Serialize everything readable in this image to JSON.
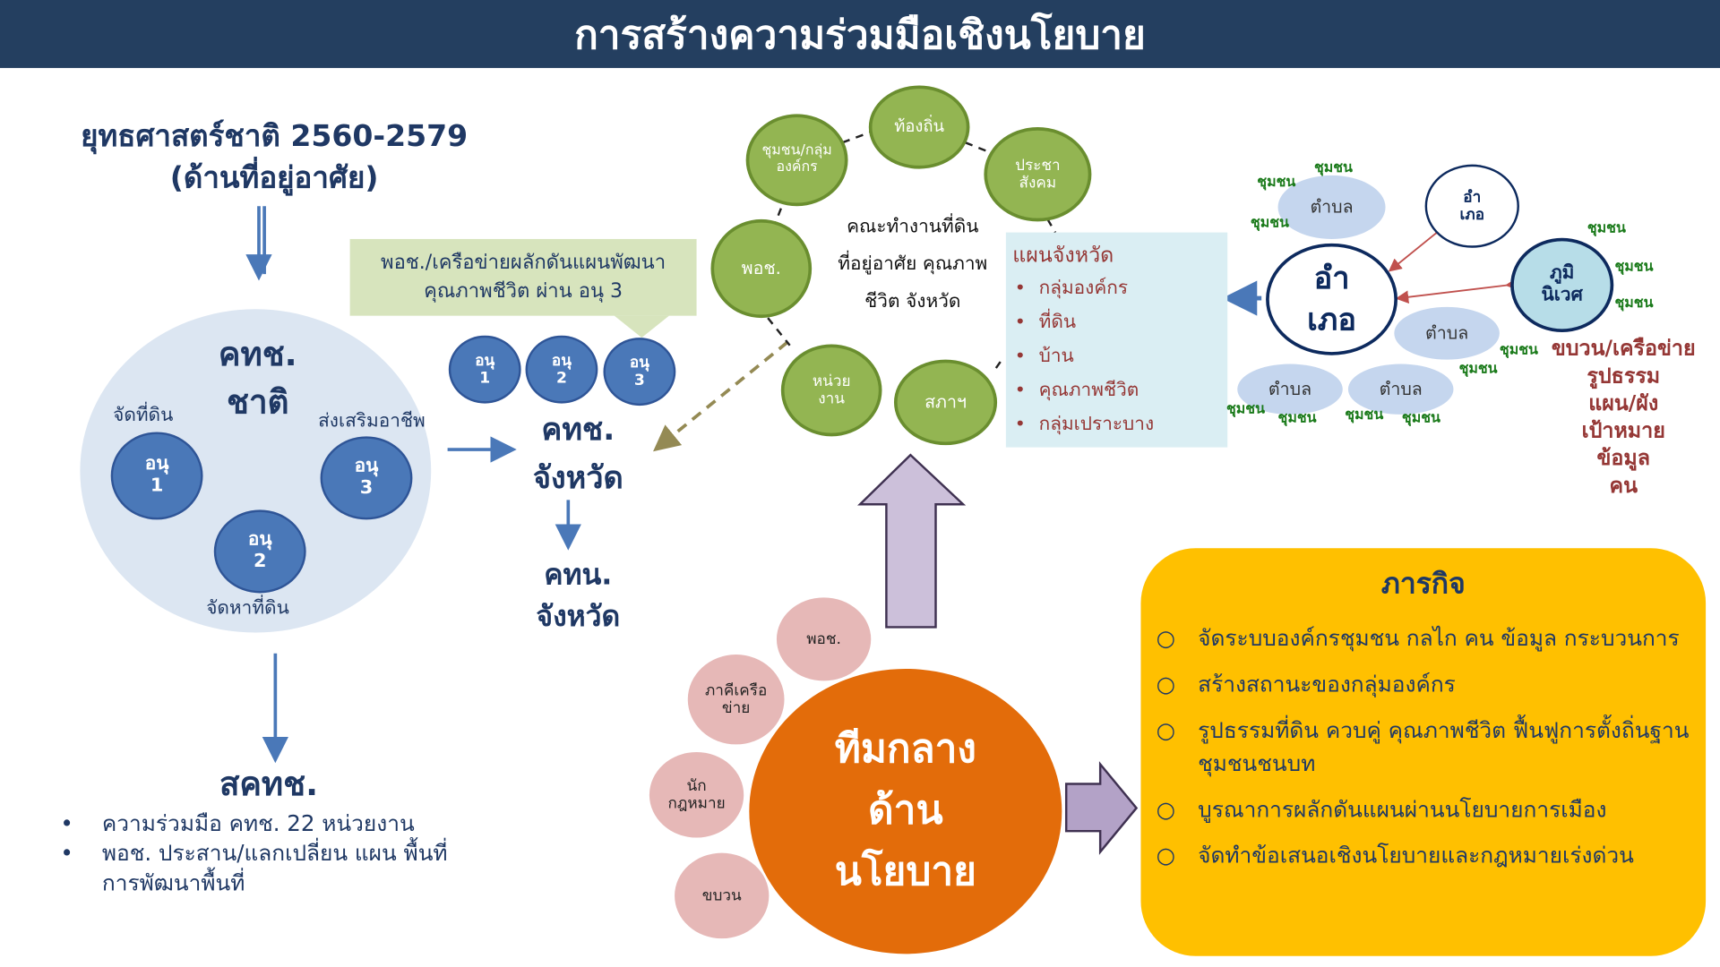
{
  "title": "การสร้างความร่วมมือเชิงนโยบาย",
  "left": {
    "strategy_line1": "ยุทธศาสตร์ชาติ 2560-2579",
    "strategy_line2": "(ด้านที่อยู่อาศัย)",
    "national": {
      "title_line1": "คทช.",
      "title_line2": "ชาติ"
    },
    "labels": {
      "land": "จัดที่ดิน",
      "career": "ส่งเสริมอาชีพ",
      "find_land": "จัดหาที่ดิน"
    },
    "subs": [
      {
        "line1": "อนุ",
        "line2": "1"
      },
      {
        "line1": "อนุ",
        "line2": "2"
      },
      {
        "line1": "อนุ",
        "line2": "3"
      }
    ],
    "skth": {
      "title": "สคทช.",
      "bullets": [
        "ความร่วมมือ คทช. 22 หน่วยงาน",
        "พอช. ประสาน/แลกเปลี่ยน แผน พื้นที่การพัฒนาพื้นที่"
      ]
    }
  },
  "callout": {
    "line1": "พอช./เครือข่ายผลักดันแผนพัฒนา",
    "line2": "คุณภาพชีวิต ผ่าน อนุ 3"
  },
  "province": {
    "title_line1": "คทช.",
    "title_line2": "จังหวัด",
    "knn_line1": "คทน.",
    "knn_line2": "จังหวัด"
  },
  "working_group": {
    "center_line1": "คณะทำงานที่ดิน",
    "center_line2": "ที่อยู่อาศัย คุณภาพ",
    "center_line3": "ชีวิต จังหวัด",
    "nodes": [
      "ชุมชน/กลุ่มองค์กร",
      "ท้องถิ่น",
      "ประชาสังคม",
      "พอช.",
      "หน่วยงาน",
      "สภาฯ"
    ]
  },
  "province_plan": {
    "title": "แผนจังหวัด",
    "items": [
      "กลุ่มองค์กร",
      "ที่ดิน",
      "บ้าน",
      "คุณภาพชีวิต",
      "กลุ่มเปราะบาง"
    ]
  },
  "district": {
    "line1": "อำ",
    "line2": "เภอ",
    "subdistrict": "ตำบล",
    "community": "ชุมชน",
    "village_line1": "ภูมิ",
    "village_line2": "นิเวศ",
    "district_small_line1": "อำ",
    "district_small_line2": "เภอ"
  },
  "movement": [
    "ขบวน/เครือข่าย",
    "รูปธรรม",
    "แผน/ผัง",
    "เป้าหมาย",
    "ข้อมูล",
    "คน"
  ],
  "central_team": {
    "line1": "ทีมกลาง",
    "line2": "ด้าน",
    "line3": "นโยบาย",
    "partners": [
      "พอช.",
      "ภาคีเครือข่าย",
      "นักกฎหมาย",
      "ขบวน"
    ]
  },
  "mission": {
    "title": "ภารกิจ",
    "items": [
      "จัดระบบองค์กรชุมชน กลไก คน ข้อมูล กระบวนการ",
      "สร้างสถานะของกลุ่มองค์กร",
      "รูปธรรมที่ดิน ควบคู่ คุณภาพชีวิต ฟื้นฟูการตั้งถิ่นฐานชุมชนชนบท",
      "บูรณาการผลักดันแผนผ่านนโยบายการเมือง",
      "จัดทำข้อเสนอเชิงนโยบายและกฎหมายเร่งด่วน"
    ]
  },
  "colors": {
    "header": "#243f60",
    "orange": "#e36c0a",
    "mission": "#ffc000",
    "green": "#93b552"
  }
}
